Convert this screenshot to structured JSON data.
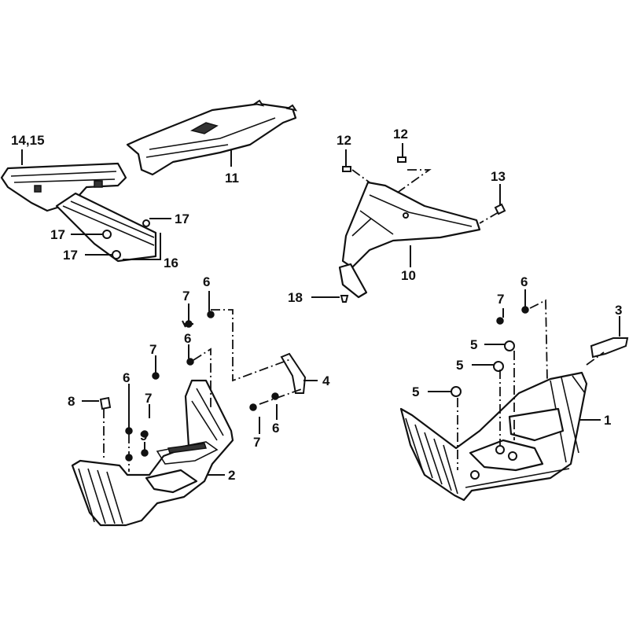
{
  "diagram": {
    "callouts": {
      "c1": "1",
      "c2": "2",
      "c3": "3",
      "c4": "4",
      "c5a": "5",
      "c5b": "5",
      "c5c": "5",
      "c6a": "6",
      "c6b": "6",
      "c6c": "6",
      "c6d": "6",
      "c6e": "6",
      "c7a": "7",
      "c7b": "7",
      "c7c": "7",
      "c7d": "7",
      "c7e": "7",
      "c8": "8",
      "c9": "9",
      "c10": "10",
      "c11": "11",
      "c12a": "12",
      "c12b": "12",
      "c13": "13",
      "c14": "14,15",
      "c16": "16",
      "c17a": "17",
      "c17b": "17",
      "c17c": "17",
      "c18": "18"
    }
  }
}
